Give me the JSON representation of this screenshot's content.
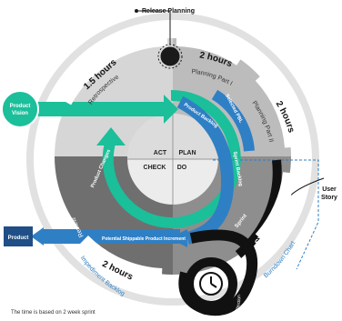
{
  "labels": {
    "release_planning": "Release Planning",
    "product_vision": [
      "Product",
      "Vision"
    ],
    "user_story": [
      "User",
      "Story"
    ],
    "product": "Product",
    "retrospective": "Retrospective",
    "review": "Review",
    "planning_part_1": "Planning Part I",
    "planning_part_2": "Planning Part II",
    "product_backlog": "Product Backlog",
    "selected_pbl": "Selected PBL",
    "sprint_backlog": "Sprint Backlog",
    "sprint": "Sprint",
    "product_changes": "Product Changes",
    "potential_increment": "Potential Shippable Product Increment",
    "impediment_backlog": "Impediment Backlog",
    "burndown_chart": "Burndown Chart",
    "daily_standup": "Daily Stand-Up Continuous Inspection",
    "cycle": {
      "act": "ACT",
      "plan": "PLAN",
      "check": "CHECK",
      "do": "DO"
    },
    "durations": {
      "retro": "1.5 hours",
      "planning_1": "2 hours",
      "planning_2": "2 hours",
      "sprint": "2 weeks",
      "review": "2 hours"
    }
  },
  "footnote": "The time is based on 2 week sprint",
  "colors": {
    "teal": "#1bbf9a",
    "blue": "#2f7fc4",
    "navy": "#1f4f86",
    "light_grey": "#d6d6d6",
    "mid_grey": "#a2a2a2",
    "dark_grey": "#6f6f6f",
    "black": "#111111"
  }
}
